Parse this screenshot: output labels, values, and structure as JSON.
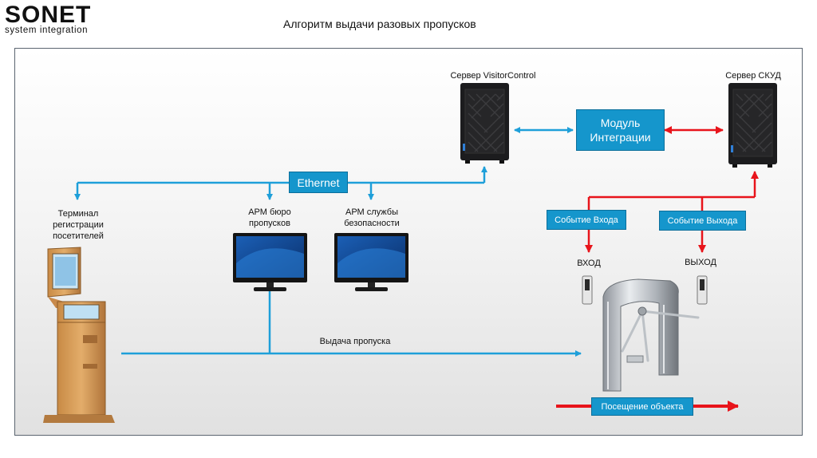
{
  "header": {
    "logo_text": "SONET",
    "logo_subtext": "system integration",
    "title": "Алгоритм выдачи разовых пропусков"
  },
  "nodes": {
    "visitorcontrol_server": "Сервер VisitorControl",
    "skud_server": "Сервер СКУД",
    "integration_module": "Модуль Интеграции",
    "ethernet": "Ethernet",
    "terminal": "Терминал регистрации посетителей",
    "arm_bureau": "АРМ бюро пропусков",
    "arm_security": "АРМ службы безопасности",
    "entry_event": "Событие Входа",
    "exit_event": "Событие Выхода",
    "entry": "ВХОД",
    "exit": "ВЫХОД",
    "pass_issue": "Выдача пропуска",
    "visit": "Посещение объекта"
  },
  "colors": {
    "blue_line": "#1e9fd9",
    "red_line": "#e8141b",
    "box_fill": "#1596cc"
  }
}
